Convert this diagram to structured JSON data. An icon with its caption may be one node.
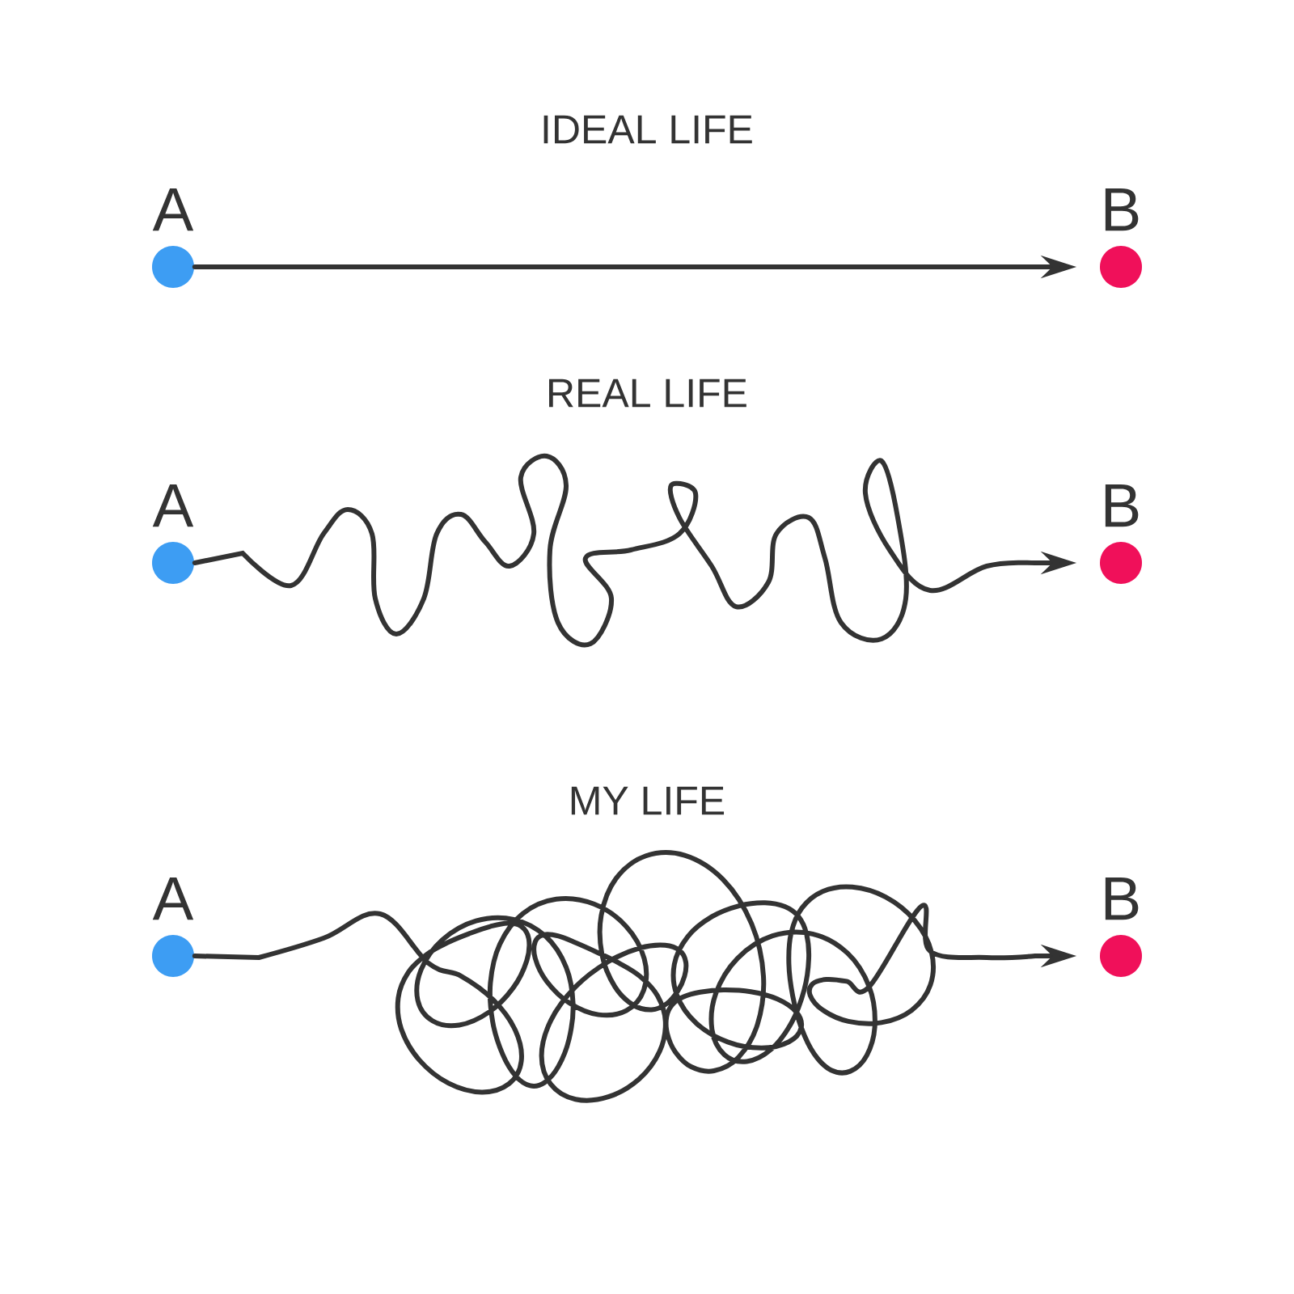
{
  "diagram": {
    "nodes": [
      {
        "text": [
          "A"
        ]
      },
      {
        "text": [
          "B"
        ]
      },
      {
        "text": [
          "A"
        ]
      },
      {
        "text": [
          "B"
        ]
      },
      {
        "text": [
          "A"
        ]
      },
      {
        "text": [
          "B"
        ]
      }
    ],
    "edges": [
      {
        "from": 0,
        "to": 1,
        "arrow": "to"
      },
      {
        "from": 2,
        "to": 3,
        "arrow": "to"
      },
      {
        "from": 4,
        "to": 5,
        "arrow": "to"
      }
    ],
    "labels": [
      "IDEAL LIFE",
      "REAL LIFE",
      "MY LIFE"
    ]
  }
}
